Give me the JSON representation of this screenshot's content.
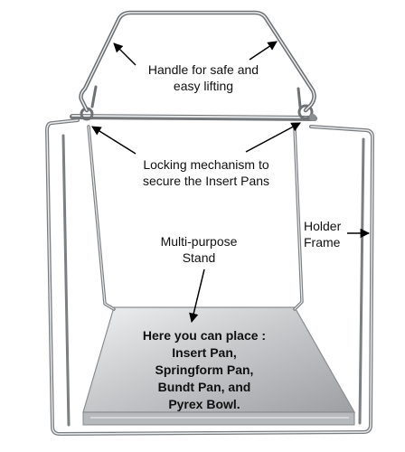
{
  "callouts": {
    "handle": [
      "Handle for safe and",
      "easy lifting"
    ],
    "locking": [
      "Locking mechanism to",
      "secure the Insert Pans"
    ],
    "stand": [
      "Multi-purpose",
      "Stand"
    ],
    "frame": [
      "Holder",
      "Frame"
    ],
    "plate": [
      "Here you can place :",
      "Insert Pan,",
      "Springform Pan,",
      "Bundt Pan, and",
      "Pyrex Bowl."
    ]
  },
  "colors": {
    "text": "#111111",
    "wire": "#8a8d90",
    "wire_highlight": "#e6e8ea",
    "plate": "#c9cbcd",
    "arrow": "#000000"
  }
}
